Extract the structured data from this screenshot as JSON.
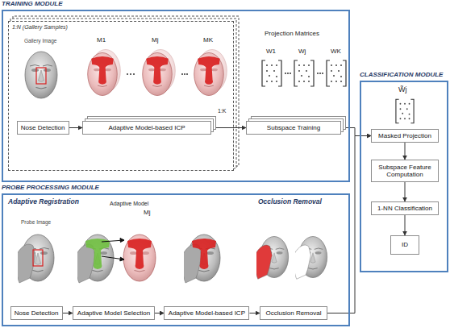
{
  "diagram": {
    "nodes": [
      {
        "text": [
          "TRAINING MODULE"
        ]
      },
      {
        "text": [
          "1:N (Gallery Samples)"
        ],
        "in": 0
      },
      {
        "text": [
          "Nose Detection"
        ],
        "in": 1
      },
      {
        "text": [
          "Adaptive Model-based ICP"
        ],
        "in": 1
      },
      {
        "text": [
          "Subspace Training"
        ],
        "in": 0
      },
      {
        "text": [
          "PROBE PROCESSING MODULE"
        ]
      },
      {
        "text": [
          "Nose Detection"
        ],
        "in": 5
      },
      {
        "text": [
          "Adaptive Model Selection"
        ],
        "in": 5
      },
      {
        "text": [
          "Adaptive Model-based ICP"
        ],
        "in": 5
      },
      {
        "text": [
          "Occlusion Removal"
        ],
        "in": 5
      },
      {
        "text": [
          "CLASSIFICATION MODULE"
        ]
      },
      {
        "text": [
          "Masked Projection"
        ],
        "in": 10
      },
      {
        "text": [
          "Subspace Feature Computation"
        ],
        "in": 10
      },
      {
        "text": [
          "1-NN Classification"
        ],
        "in": 10
      },
      {
        "text": [
          "ID"
        ],
        "in": 10
      }
    ],
    "edges": [
      {
        "from": 2,
        "to": 3,
        "arrow": "to"
      },
      {
        "from": 3,
        "to": 4,
        "arrow": "to"
      },
      {
        "from": 4,
        "to": 11,
        "arrow": "to"
      },
      {
        "from": 6,
        "to": 7,
        "arrow": "to"
      },
      {
        "from": 7,
        "to": 8,
        "arrow": "to"
      },
      {
        "from": 8,
        "to": 9,
        "arrow": "to"
      },
      {
        "from": 9,
        "to": 11,
        "arrow": "to"
      },
      {
        "from": 11,
        "to": 12,
        "arrow": "to"
      },
      {
        "from": 12,
        "to": 13,
        "arrow": "to"
      },
      {
        "from": 13,
        "to": 14,
        "arrow": "to"
      }
    ],
    "labels": [
      "Gallery Image",
      "M1",
      "Mj",
      "MK",
      "1:K",
      "Projection Matrices",
      "W1",
      "Wj",
      "WK",
      "W̃j",
      "Adaptive Registration",
      "Adaptive Model",
      "Mj",
      "Occlusion Removal",
      "Probe Image"
    ]
  }
}
